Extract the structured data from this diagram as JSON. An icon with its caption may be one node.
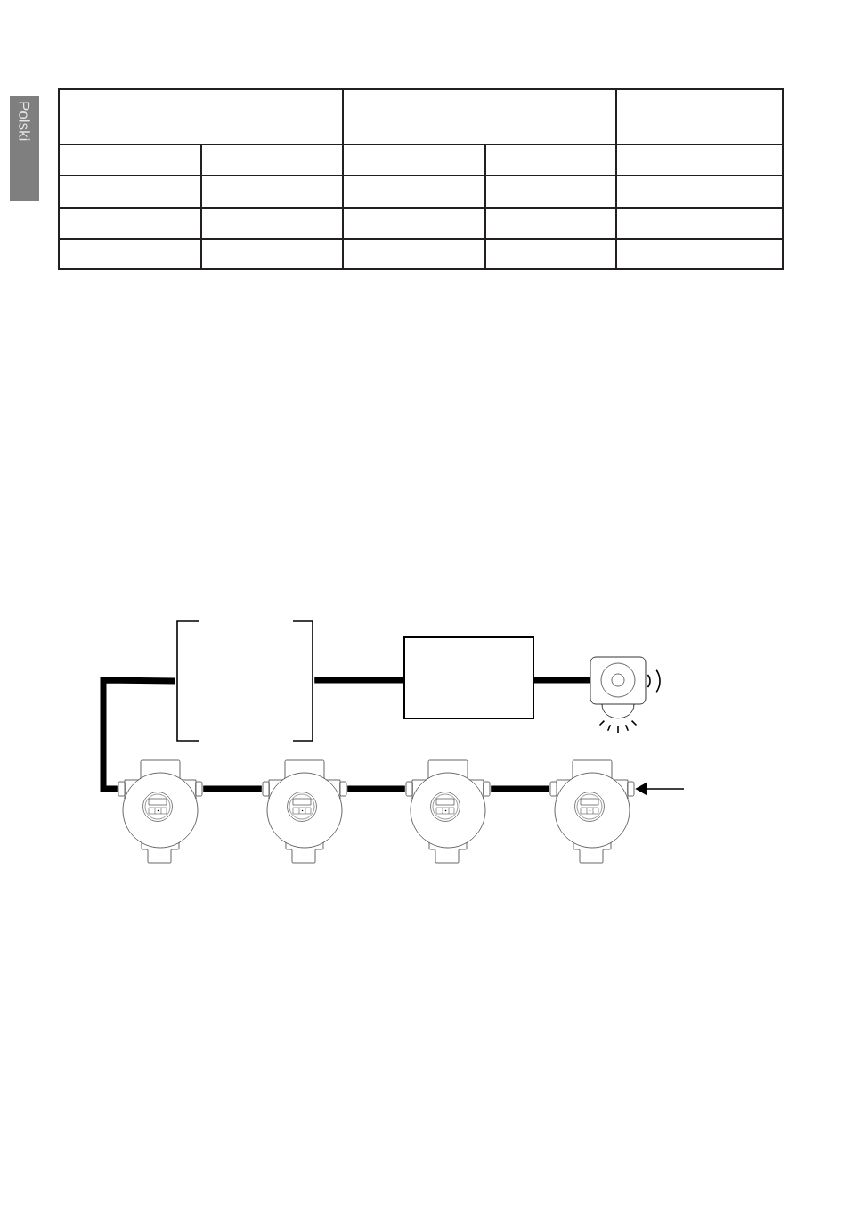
{
  "diagram": {
    "nodes": [
      {
        "text": [],
        "shape": "bracket"
      },
      {
        "text": [],
        "shape": "box"
      },
      {
        "text": [],
        "shape": "picture"
      },
      {
        "text": [],
        "shape": "picture"
      },
      {
        "text": [],
        "shape": "picture"
      },
      {
        "text": [],
        "shape": "picture"
      },
      {
        "text": [],
        "shape": "picture"
      }
    ],
    "edges": [
      {
        "from": 3,
        "to": 0,
        "arrow": "none"
      },
      {
        "from": 0,
        "to": 1,
        "arrow": "none"
      },
      {
        "from": 1,
        "to": 2,
        "arrow": "none"
      },
      {
        "from": 3,
        "to": 4,
        "arrow": "none"
      },
      {
        "from": 4,
        "to": 5,
        "arrow": "none"
      },
      {
        "from": 5,
        "to": 6,
        "arrow": "none"
      },
      {
        "from": null,
        "to": 6,
        "arrow": "to"
      }
    ],
    "labels": [
      "Polski"
    ]
  }
}
